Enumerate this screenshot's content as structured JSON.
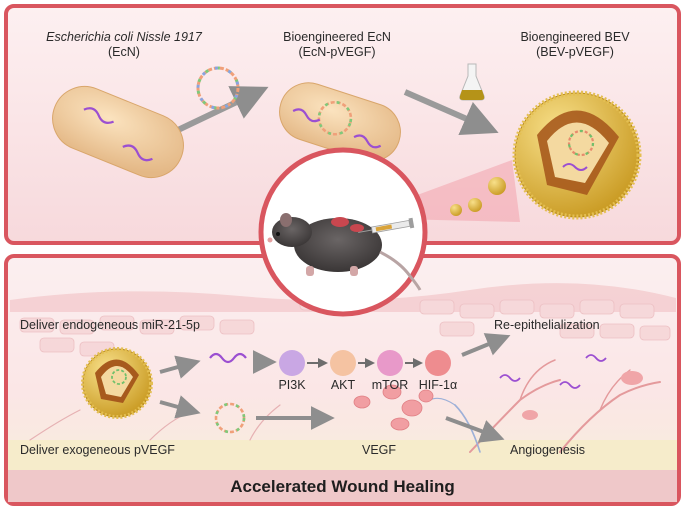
{
  "top": {
    "strain": {
      "name": "Escherichia coli Nissle 1917",
      "abbr": "(EcN)"
    },
    "engineered": {
      "name": "Bioengineered EcN",
      "abbr": "(EcN-pVEGF)"
    },
    "vesicle": {
      "name": "Bioengineered BEV",
      "abbr": "(BEV-pVEGF)"
    }
  },
  "bottom": {
    "endogenous_label": "Deliver endogeneous miR-21-5p",
    "exogenous_label": "Deliver exogeneous pVEGF",
    "pathway": [
      "PI3K",
      "AKT",
      "mTOR",
      "HIF-1α"
    ],
    "vegf_label": "VEGF",
    "outcome_top": "Re-epithelialization",
    "outcome_bottom": "Angiogenesis",
    "footer": "Accelerated Wound Healing"
  },
  "colors": {
    "frame": "#d9565f",
    "panel_bg": "#fbe7e9",
    "bacteria": "#f0cf9e",
    "vesicle": "#e7c24a",
    "pi3k": "#c9a7e4",
    "akt": "#f5c3a2",
    "mtor": "#e899c9",
    "hif": "#ee8c8f",
    "arrow": "#8e8e8e"
  }
}
